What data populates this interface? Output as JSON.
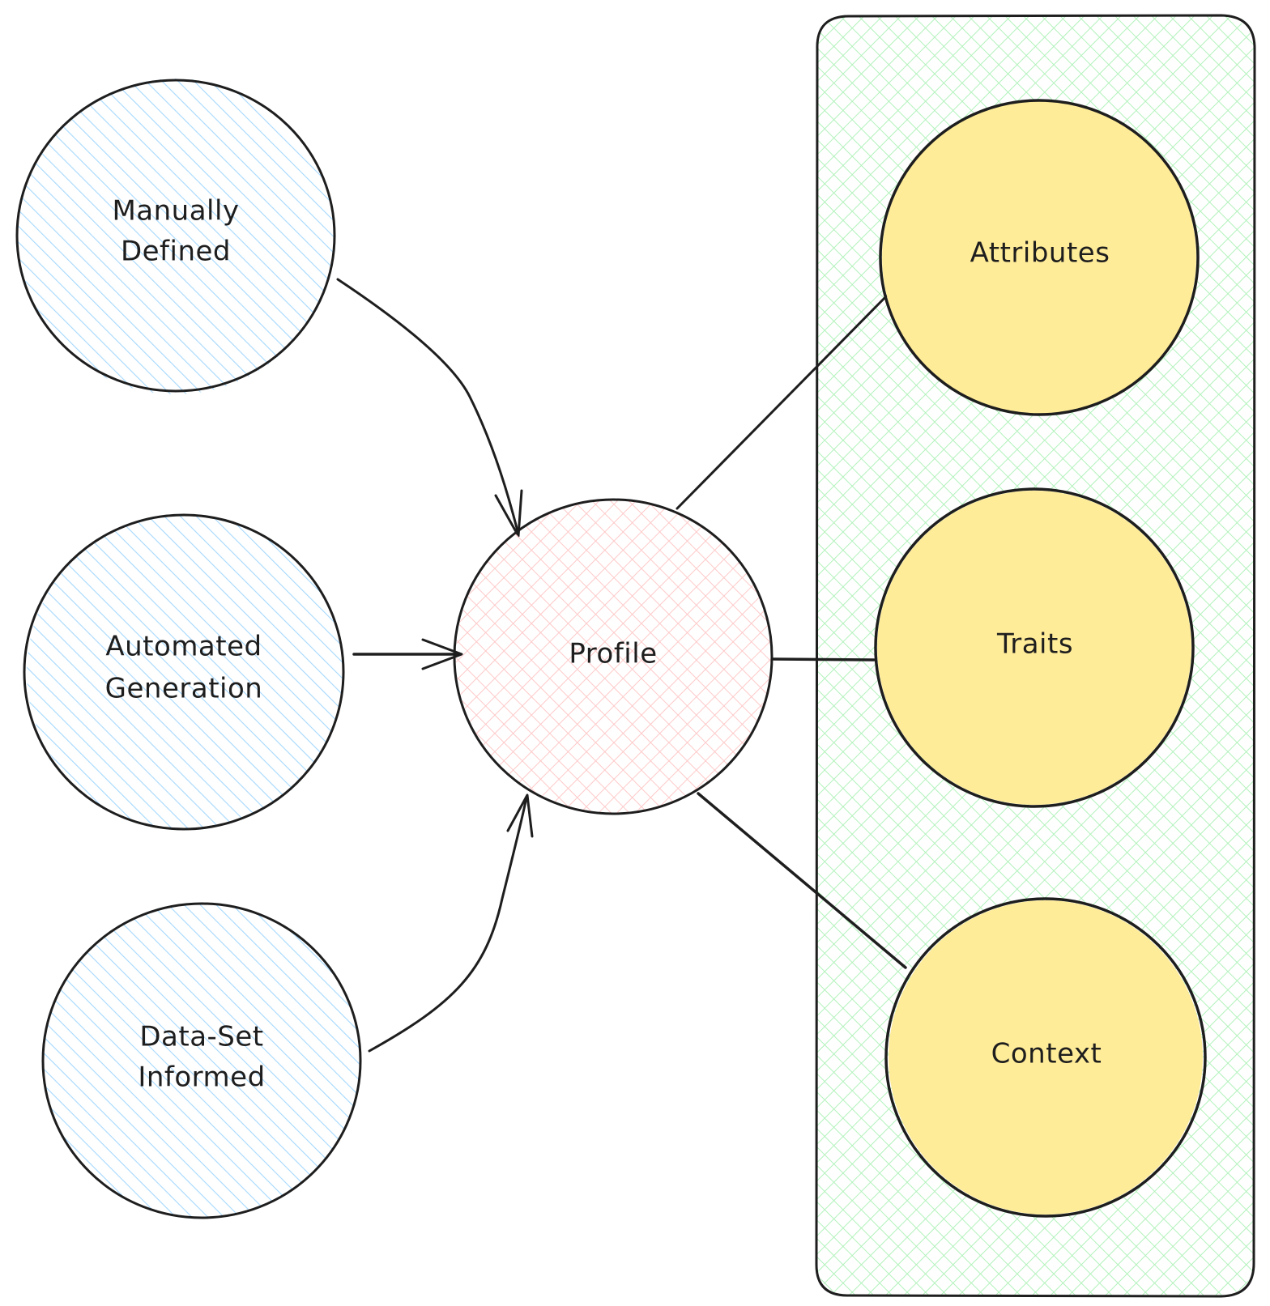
{
  "colors": {
    "source_fill": "#a5d8ff",
    "profile_fill": "#ffc9c9",
    "group_fill": "#b2f2bb",
    "facet_fill": "#ffec99",
    "stroke": "#1e1e1e"
  },
  "sources": {
    "manual": {
      "line1": "Manually",
      "line2": "Defined"
    },
    "automated": {
      "line1": "Automated",
      "line2": "Generation"
    },
    "dataset": {
      "line1": "Data-Set",
      "line2": "Informed"
    }
  },
  "profile": {
    "label": "Profile"
  },
  "facets": {
    "attributes": {
      "label": "Attributes"
    },
    "traits": {
      "label": "Traits"
    },
    "context": {
      "label": "Context"
    }
  }
}
